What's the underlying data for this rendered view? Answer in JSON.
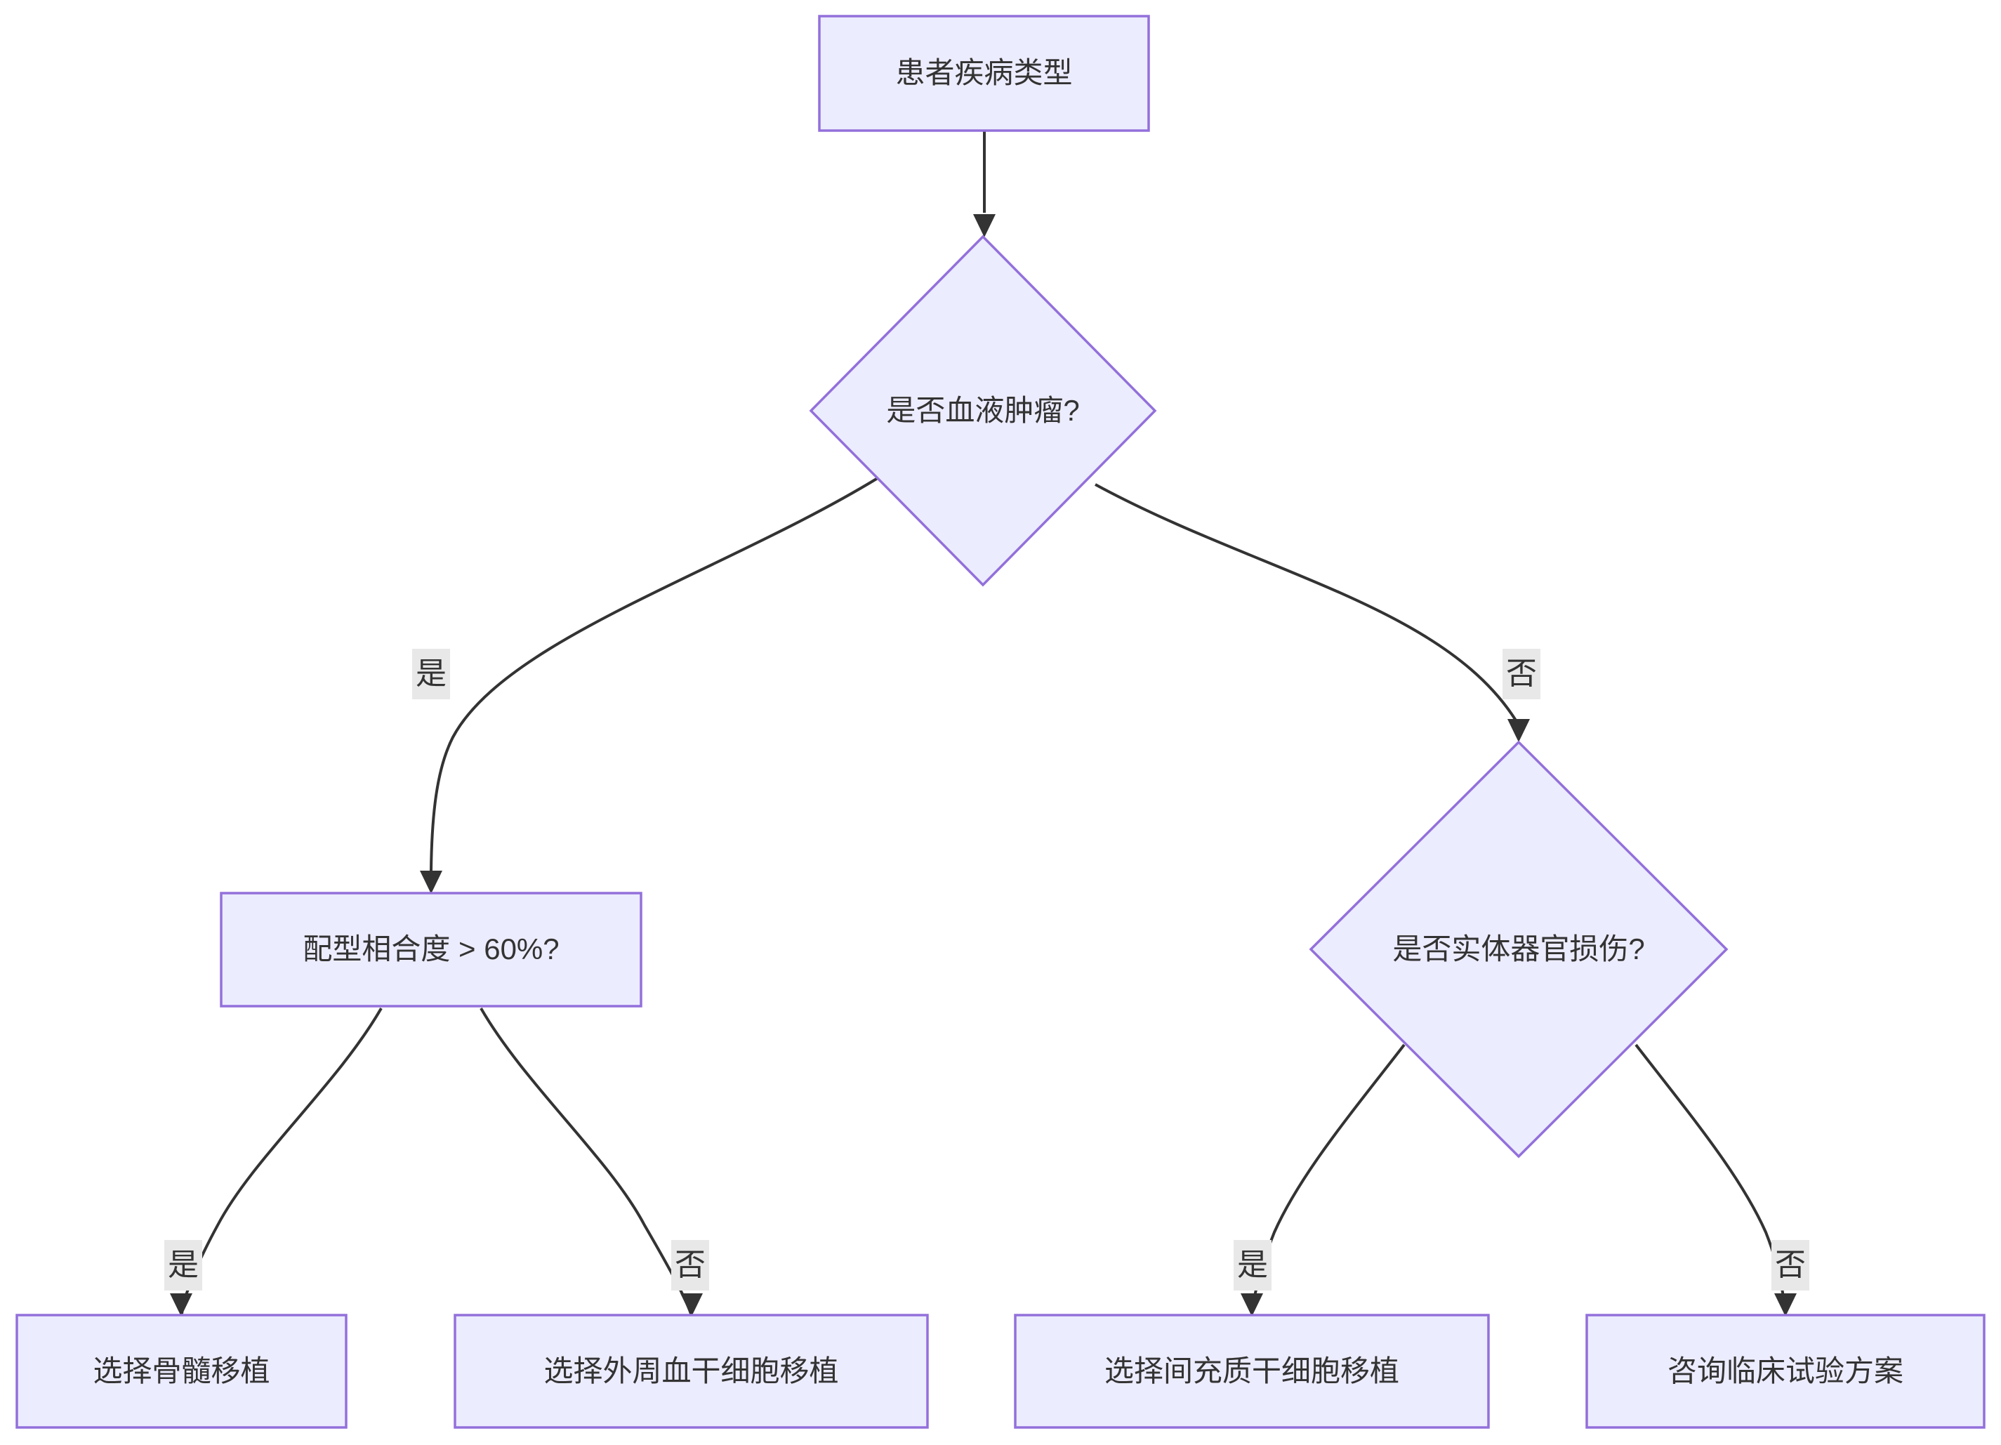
{
  "diagram": {
    "type": "flowchart",
    "direction": "top-down",
    "background": "#ffffff",
    "colors": {
      "node_fill": "#ECECFF",
      "node_border": "#9370DB",
      "edge_line": "#333333",
      "edge_label_bg": "#e8e8e8",
      "text": "#333333"
    },
    "nodes": [
      {
        "id": "A",
        "shape": "rectangle",
        "label": "患者疾病类型"
      },
      {
        "id": "B",
        "shape": "diamond",
        "label": "是否血液肿瘤?"
      },
      {
        "id": "C",
        "shape": "rectangle",
        "label": "配型相合度 > 60%?"
      },
      {
        "id": "D",
        "shape": "diamond",
        "label": "是否实体器官损伤?"
      },
      {
        "id": "E",
        "shape": "rectangle",
        "label": "选择骨髓移植"
      },
      {
        "id": "F",
        "shape": "rectangle",
        "label": "选择外周血干细胞移植"
      },
      {
        "id": "G",
        "shape": "rectangle",
        "label": "选择间充质干细胞移植"
      },
      {
        "id": "H",
        "shape": "rectangle",
        "label": "咨询临床试验方案"
      }
    ],
    "edges": [
      {
        "from": "A",
        "to": "B",
        "label": ""
      },
      {
        "from": "B",
        "to": "C",
        "label": "是"
      },
      {
        "from": "B",
        "to": "D",
        "label": "否"
      },
      {
        "from": "C",
        "to": "E",
        "label": "是"
      },
      {
        "from": "C",
        "to": "F",
        "label": "否"
      },
      {
        "from": "D",
        "to": "G",
        "label": "是"
      },
      {
        "from": "D",
        "to": "H",
        "label": "否"
      }
    ]
  }
}
